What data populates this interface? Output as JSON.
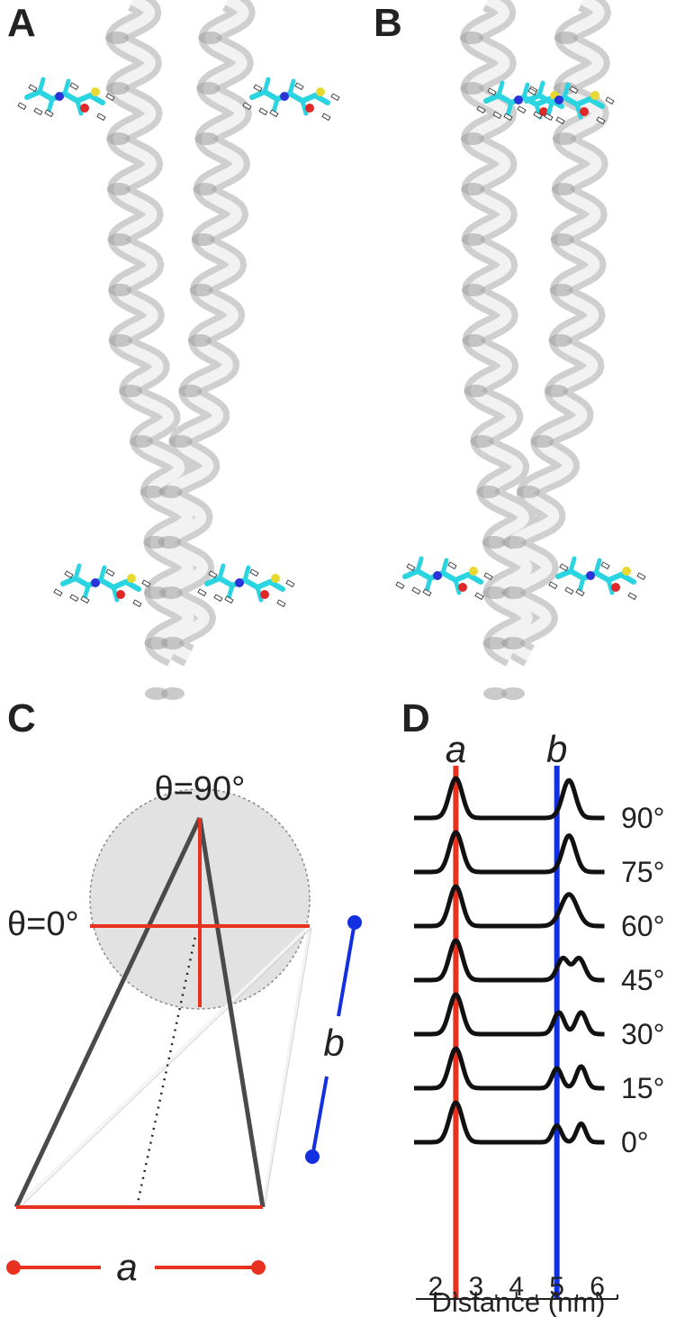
{
  "panels": {
    "A": "A",
    "B": "B",
    "C": "C",
    "D": "D"
  },
  "panel_c": {
    "theta_90_label": "θ=90°",
    "theta_0_label": "θ=0°",
    "a_label": "a",
    "b_label": "b",
    "colors": {
      "a": "#e8311f",
      "b": "#1330e0"
    }
  },
  "chart_data": {
    "type": "line",
    "xlabel": "Distance (nm)",
    "xlim": [
      1.6,
      6.5
    ],
    "xticks": [
      "2",
      "3",
      "4",
      "5",
      "6"
    ],
    "xtick_values": [
      2,
      3,
      4,
      5,
      6
    ],
    "reference_lines": [
      {
        "name": "a",
        "x": 2.5,
        "color": "#e8311f"
      },
      {
        "name": "b",
        "x": 5.0,
        "color": "#1330e0"
      }
    ],
    "series": [
      {
        "name": "90°",
        "peaks": [
          [
            2.5,
            1.0,
            0.16
          ],
          [
            5.3,
            0.95,
            0.16
          ]
        ]
      },
      {
        "name": "75°",
        "peaks": [
          [
            2.5,
            1.0,
            0.16
          ],
          [
            5.3,
            0.92,
            0.16
          ]
        ]
      },
      {
        "name": "60°",
        "peaks": [
          [
            2.5,
            1.0,
            0.16
          ],
          [
            5.3,
            0.8,
            0.2
          ]
        ]
      },
      {
        "name": "45°",
        "peaks": [
          [
            2.5,
            1.0,
            0.16
          ],
          [
            5.15,
            0.55,
            0.14
          ],
          [
            5.55,
            0.55,
            0.14
          ]
        ]
      },
      {
        "name": "30°",
        "peaks": [
          [
            2.5,
            1.0,
            0.16
          ],
          [
            5.05,
            0.55,
            0.13
          ],
          [
            5.6,
            0.55,
            0.13
          ]
        ]
      },
      {
        "name": "15°",
        "peaks": [
          [
            2.5,
            1.0,
            0.16
          ],
          [
            5.0,
            0.5,
            0.12
          ],
          [
            5.6,
            0.55,
            0.12
          ]
        ]
      },
      {
        "name": "0°",
        "peaks": [
          [
            2.5,
            1.0,
            0.16
          ],
          [
            5.0,
            0.42,
            0.11
          ],
          [
            5.6,
            0.47,
            0.11
          ]
        ]
      }
    ]
  }
}
